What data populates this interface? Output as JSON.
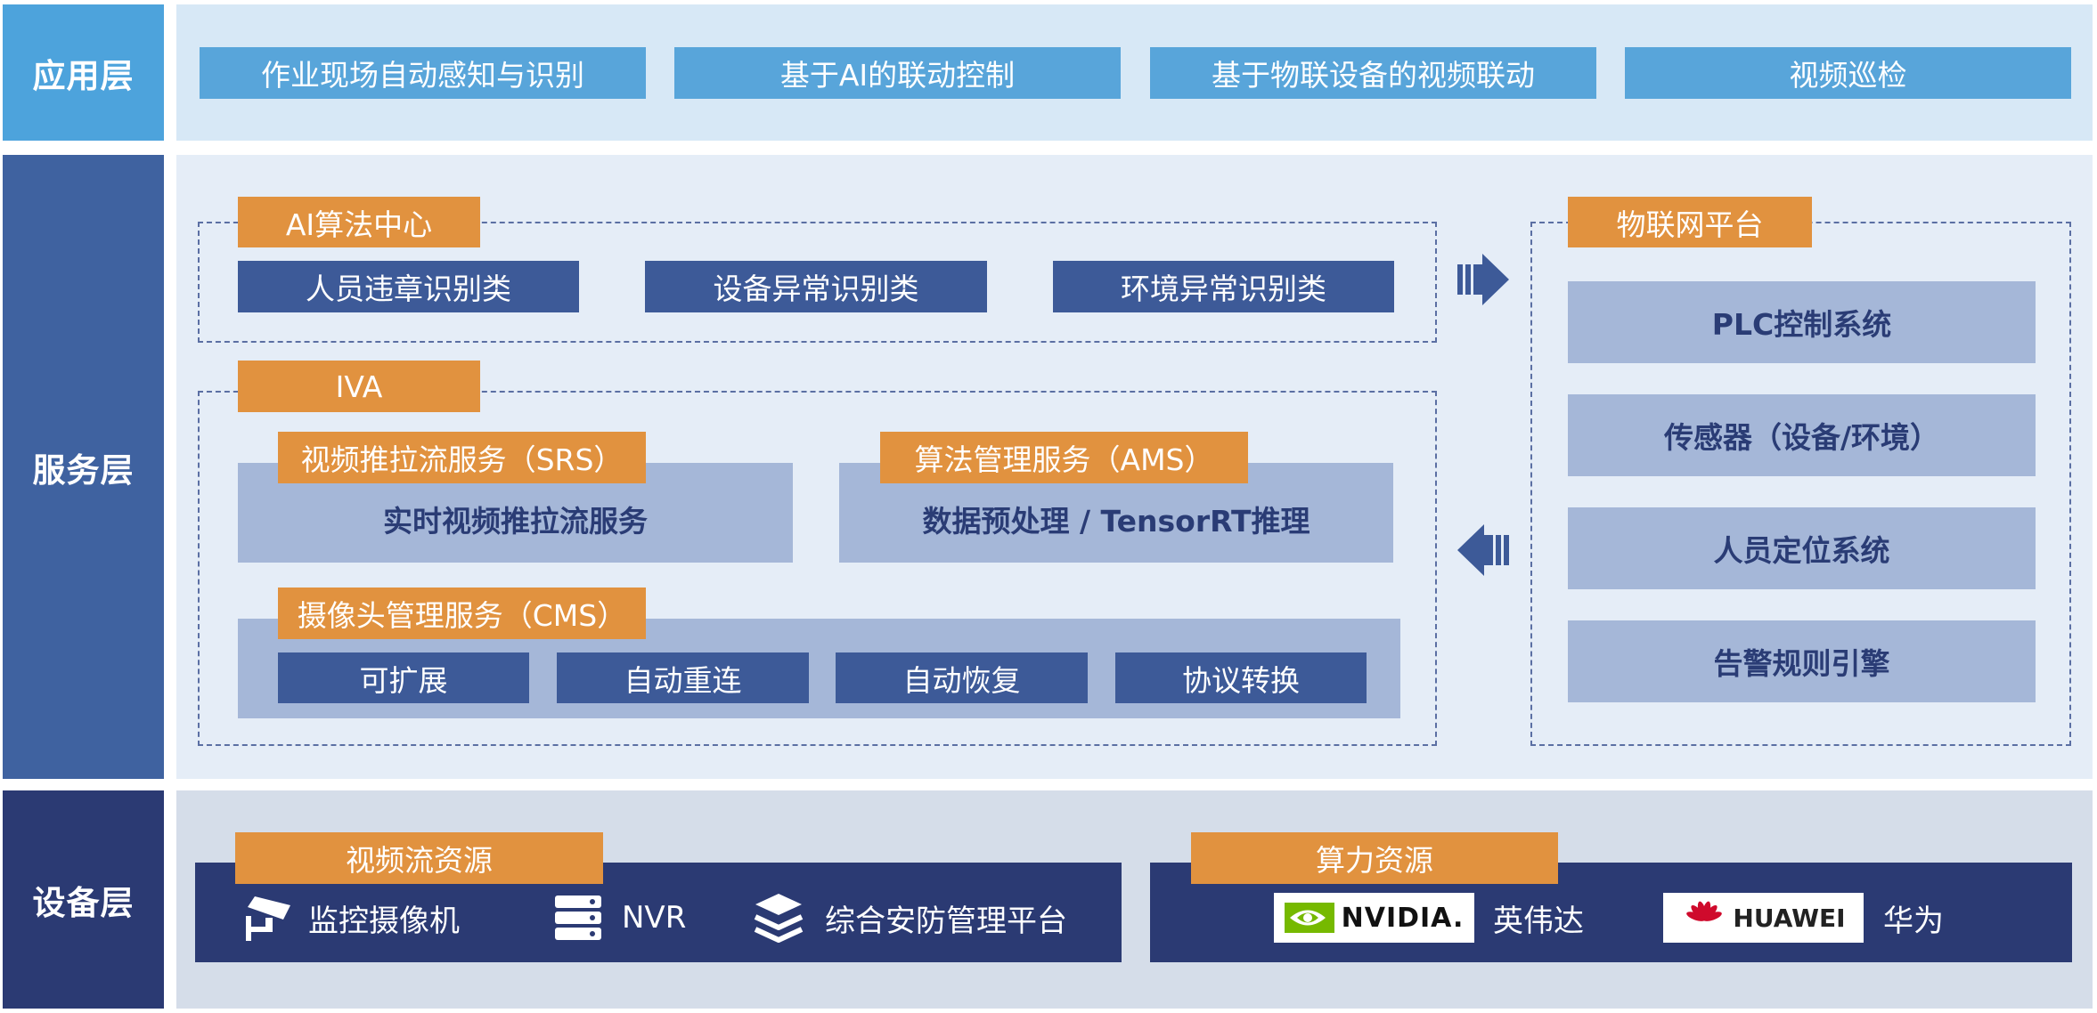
{
  "layers": {
    "app": "应用层",
    "service": "服务层",
    "device": "设备层"
  },
  "app_layer": {
    "items": [
      "作业现场自动感知与识别",
      "基于AI的联动控制",
      "基于物联设备的视频联动",
      "视频巡检"
    ]
  },
  "ai_center": {
    "title": "AI算法中心",
    "items": [
      "人员违章识别类",
      "设备异常识别类",
      "环境异常识别类"
    ]
  },
  "iva": {
    "title": "IVA",
    "srs": {
      "title": "视频推拉流服务（SRS）",
      "body": "实时视频推拉流服务"
    },
    "ams": {
      "title": "算法管理服务（AMS）",
      "body": "数据预处理 / TensorRT推理"
    },
    "cms": {
      "title": "摄像头管理服务（CMS）",
      "items": [
        "可扩展",
        "自动重连",
        "自动恢复",
        "协议转换"
      ]
    }
  },
  "iot": {
    "title": "物联网平台",
    "items": [
      "PLC控制系统",
      "传感器（设备/环境）",
      "人员定位系统",
      "告警规则引擎"
    ]
  },
  "device_layer": {
    "video": {
      "title": "视频流资源",
      "items": [
        {
          "icon": "camera-icon",
          "label": "监控摄像机"
        },
        {
          "icon": "server-icon",
          "label": "NVR"
        },
        {
          "icon": "layers-icon",
          "label": "综合安防管理平台"
        }
      ]
    },
    "compute": {
      "title": "算力资源",
      "nvidia_logo": "NVIDIA.",
      "nvidia_label": "英伟达",
      "huawei_logo": "HUAWEI",
      "huawei_label": "华为"
    }
  },
  "colors": {
    "app_label": "#4da3dc",
    "service_label": "#3f62a0",
    "device_label": "#2b3a73",
    "orange": "#e1923f",
    "nvidia_green": "#76b900",
    "huawei_red": "#cf0a2c"
  }
}
